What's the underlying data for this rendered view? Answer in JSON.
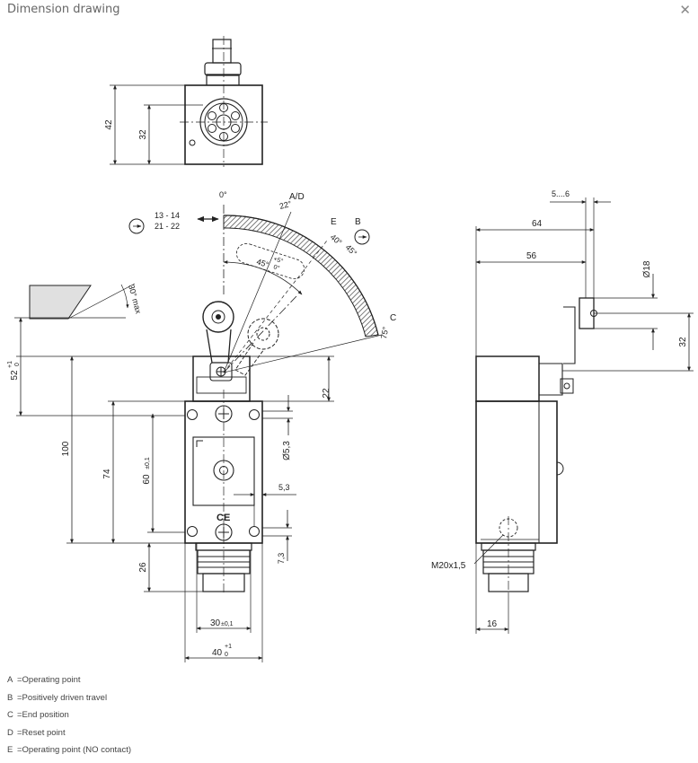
{
  "header": {
    "title": "Dimension drawing",
    "close_icon": "close-icon"
  },
  "drawing": {
    "top_view": {
      "dim_height": "42",
      "dim_inner": "32"
    },
    "actuator": {
      "angle_zero": "0°",
      "point_ad": "A/D",
      "point_e": "E",
      "point_b": "B",
      "point_c": "C",
      "contacts_nc": "13 - 14",
      "contacts_no": "21 - 22",
      "angle_22": "22°",
      "angle_40": "40°",
      "angle_45_outer": "45°",
      "angle_45_inner": "45°",
      "tol_plus": "+5°",
      "tol_zero": "0°",
      "angle_75": "75°",
      "angle_30max": "30° max"
    },
    "front_view": {
      "dim_52": "52",
      "dim_52_tol_plus": "+1",
      "dim_52_tol_zero": "0",
      "dim_100": "100",
      "dim_74": "74",
      "dim_60": "60",
      "dim_60_tol": "±0,1",
      "dim_26": "26",
      "dim_22": "22",
      "dim_hole": "Ø5,3",
      "dim_5_3": "5,3",
      "dim_7_3": "7,3",
      "dim_30": "30",
      "dim_30_tol": "±0,1",
      "dim_40": "40",
      "dim_40_tol_plus": "+1",
      "dim_40_tol_zero": "0",
      "ce_mark": "CE"
    },
    "side_view": {
      "dim_5_6": "5....6",
      "dim_64": "64",
      "dim_56": "56",
      "dim_roller": "Ø18",
      "dim_32": "32",
      "thread": "M20x1,5",
      "dim_16": "16"
    }
  },
  "legend": [
    {
      "key": "A",
      "text": "=Operating point"
    },
    {
      "key": "B",
      "text": "=Positively driven travel"
    },
    {
      "key": "C",
      "text": "=End position"
    },
    {
      "key": "D",
      "text": "=Reset point"
    },
    {
      "key": "E",
      "text": "=Operating point (NO contact)"
    }
  ]
}
